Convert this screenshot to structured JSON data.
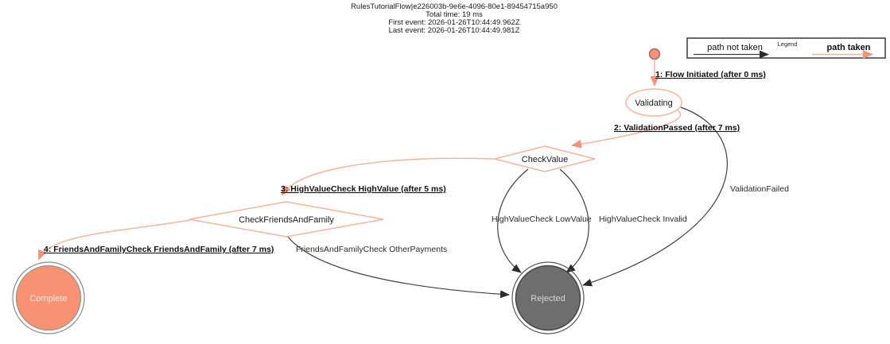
{
  "header": {
    "title": "RulesTutorialFlow|e226003b-9e6e-4096-80e1-89454715a950",
    "total_time": "Total time: 19 ms",
    "first_event": "First event: 2026-01-26T10:44:49.962Z",
    "last_event": "Last event: 2026-01-26T10:44:49.981Z"
  },
  "legend": {
    "label": "Legend",
    "path_not_taken": "path not taken",
    "path_taken": "path taken"
  },
  "nodes": {
    "validating": "Validating",
    "check_value": "CheckValue",
    "check_friends_and_family": "CheckFriendsAndFamily",
    "complete": "Complete",
    "rejected": "Rejected"
  },
  "edges": {
    "taken": [
      {
        "label": "1: Flow Initiated (after 0 ms)"
      },
      {
        "label": "2: ValidationPassed (after 7 ms)"
      },
      {
        "label": "3: HighValueCheck HighValue (after 5 ms)"
      },
      {
        "label": "4: FriendsAndFamilyCheck FriendsAndFamily (after 7 ms)"
      }
    ],
    "not_taken": [
      {
        "label": "ValidationFailed"
      },
      {
        "label": "HighValueCheck LowValue"
      },
      {
        "label": "HighValueCheck Invalid"
      },
      {
        "label": "FriendsAndFamilyCheck OtherPayments"
      }
    ]
  },
  "colors": {
    "path_taken_arrow": "#f4937a",
    "path_taken_line": "#f8b39c",
    "path_not_taken": "#3f3f3f",
    "complete_fill": "#f79273",
    "rejected_fill": "#6e6e6e"
  }
}
